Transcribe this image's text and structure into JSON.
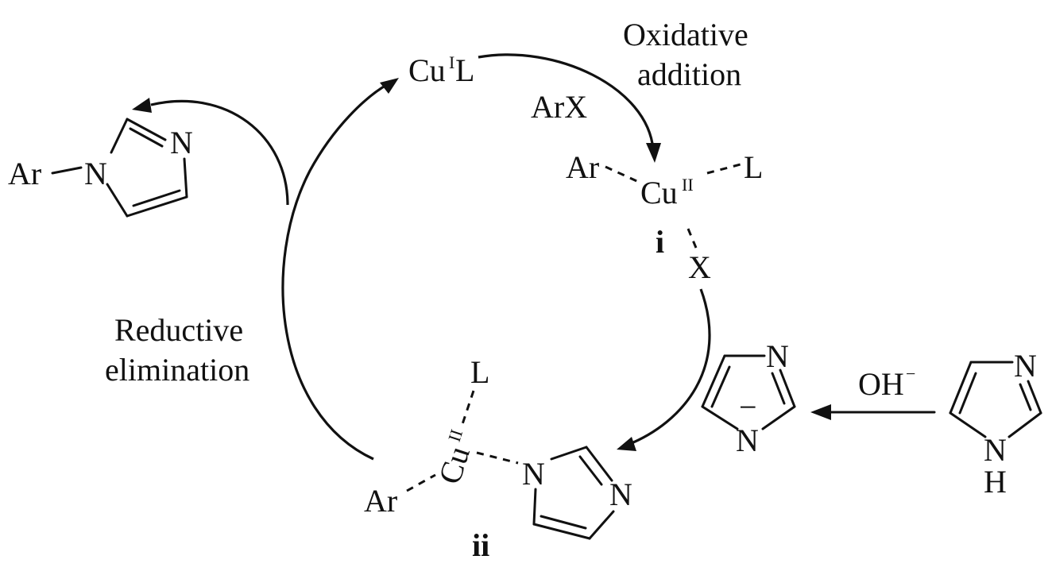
{
  "catalyst": {
    "main": "Cu",
    "ox": "I",
    "ligand": "L"
  },
  "oxidative_addition": {
    "line1": "Oxidative",
    "line2": "addition",
    "reagent": "ArX"
  },
  "intermediate_i": {
    "aryl": "Ar",
    "metal": "Cu",
    "ox": "II",
    "ligand": "L",
    "halide": "X",
    "label": "i"
  },
  "intermediate_ii": {
    "aryl": "Ar",
    "metal": "Cu",
    "ox": "II",
    "ligand": "L",
    "label": "ii"
  },
  "reductive_elimination": {
    "line1": "Reductive",
    "line2": "elimination"
  },
  "product": {
    "aryl": "Ar",
    "n1": "N",
    "n3": "N"
  },
  "imidazolide": {
    "n_top": "N",
    "n_bottom": "N",
    "charge": "−"
  },
  "ii_imidazole": {
    "n1": "N",
    "n3": "N"
  },
  "imidazole": {
    "n_top": "N",
    "n_bottom": "N",
    "h": "H"
  },
  "base": {
    "main": "OH",
    "charge": "−"
  }
}
